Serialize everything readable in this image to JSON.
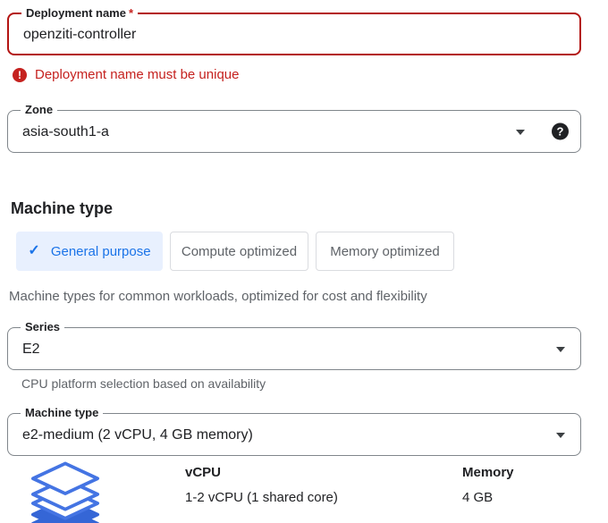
{
  "colors": {
    "error_border": "#b31412",
    "error_text": "#c5221f",
    "accent_blue": "#1a73e8",
    "selected_tab_bg": "#e8f0fe",
    "field_border": "#80868b",
    "text_primary": "#202124",
    "text_secondary": "#5f6368",
    "tab_border": "#dadce0",
    "layers_blue": "#3566d6"
  },
  "icons": {
    "checkmark": "✓",
    "help": "?",
    "error": "!"
  },
  "form": {
    "deployment_name": {
      "label": "Deployment name",
      "required_marker": "*",
      "value": "openziti-controller",
      "error_message": "Deployment name must be unique"
    },
    "zone": {
      "label": "Zone",
      "value": "asia-south1-a"
    }
  },
  "machine_section": {
    "heading": "Machine type",
    "tabs": [
      {
        "label": "General purpose",
        "selected": true
      },
      {
        "label": "Compute optimized",
        "selected": false
      },
      {
        "label": "Memory optimized",
        "selected": false
      }
    ],
    "description": "Machine types for common workloads, optimized for cost and flexibility",
    "series": {
      "label": "Series",
      "value": "E2",
      "helper": "CPU platform selection based on availability"
    },
    "machine_type": {
      "label": "Machine type",
      "value": "e2-medium (2 vCPU, 4 GB memory)"
    },
    "specs": {
      "columns": [
        {
          "header": "vCPU",
          "value": "1-2 vCPU (1 shared core)"
        },
        {
          "header": "Memory",
          "value": "4 GB"
        }
      ]
    }
  }
}
